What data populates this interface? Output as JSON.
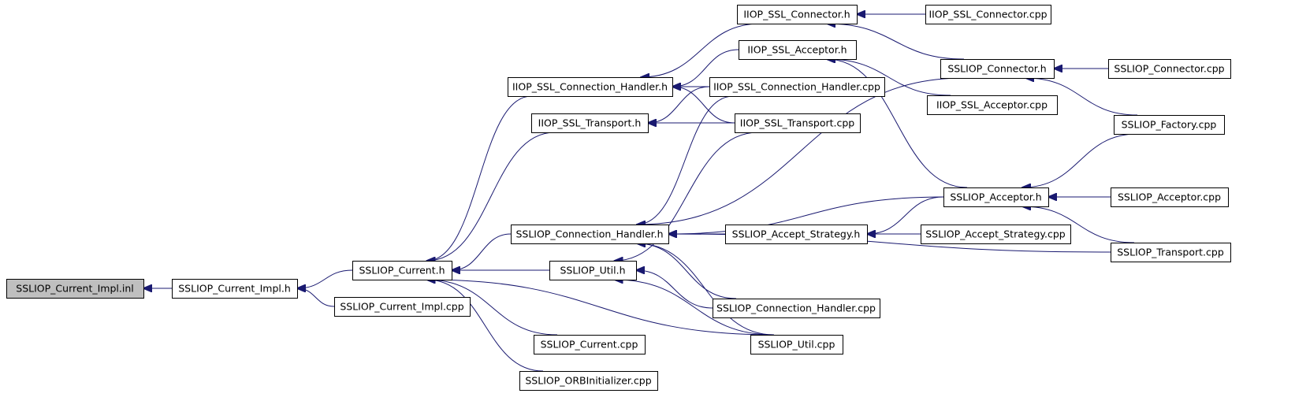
{
  "graph": {
    "nodes": [
      {
        "id": "n0",
        "label": "SSLIOP_Current_Impl.inl",
        "root": true
      },
      {
        "id": "n1",
        "label": "SSLIOP_Current_Impl.h"
      },
      {
        "id": "n2",
        "label": "SSLIOP_Current.h"
      },
      {
        "id": "n3",
        "label": "SSLIOP_Current_Impl.cpp"
      },
      {
        "id": "n4",
        "label": "IIOP_SSL_Connection_Handler.h"
      },
      {
        "id": "n5",
        "label": "IIOP_SSL_Transport.h"
      },
      {
        "id": "n6",
        "label": "SSLIOP_Connection_Handler.h"
      },
      {
        "id": "n7",
        "label": "SSLIOP_Util.h"
      },
      {
        "id": "n8",
        "label": "SSLIOP_Current.cpp"
      },
      {
        "id": "n9",
        "label": "SSLIOP_ORBInitializer.cpp"
      },
      {
        "id": "n10",
        "label": "IIOP_SSL_Connector.h"
      },
      {
        "id": "n11",
        "label": "IIOP_SSL_Acceptor.h"
      },
      {
        "id": "n12",
        "label": "IIOP_SSL_Connection_Handler.cpp"
      },
      {
        "id": "n13",
        "label": "IIOP_SSL_Transport.cpp"
      },
      {
        "id": "n14",
        "label": "SSLIOP_Accept_Strategy.h"
      },
      {
        "id": "n15",
        "label": "SSLIOP_Connection_Handler.cpp"
      },
      {
        "id": "n16",
        "label": "SSLIOP_Util.cpp"
      },
      {
        "id": "n17",
        "label": "IIOP_SSL_Connector.cpp"
      },
      {
        "id": "n18",
        "label": "SSLIOP_Connector.h"
      },
      {
        "id": "n19",
        "label": "IIOP_SSL_Acceptor.cpp"
      },
      {
        "id": "n20",
        "label": "SSLIOP_Acceptor.h"
      },
      {
        "id": "n21",
        "label": "SSLIOP_Accept_Strategy.cpp"
      },
      {
        "id": "n22",
        "label": "SSLIOP_Connector.cpp"
      },
      {
        "id": "n23",
        "label": "SSLIOP_Factory.cpp"
      },
      {
        "id": "n24",
        "label": "SSLIOP_Acceptor.cpp"
      },
      {
        "id": "n25",
        "label": "SSLIOP_Transport.cpp"
      }
    ],
    "edges": [
      {
        "from": "n1",
        "to": "n0"
      },
      {
        "from": "n2",
        "to": "n1"
      },
      {
        "from": "n3",
        "to": "n1"
      },
      {
        "from": "n4",
        "to": "n2"
      },
      {
        "from": "n5",
        "to": "n2"
      },
      {
        "from": "n6",
        "to": "n2"
      },
      {
        "from": "n7",
        "to": "n2"
      },
      {
        "from": "n8",
        "to": "n2"
      },
      {
        "from": "n9",
        "to": "n2"
      },
      {
        "from": "n16",
        "to": "n2"
      },
      {
        "from": "n10",
        "to": "n4"
      },
      {
        "from": "n11",
        "to": "n4"
      },
      {
        "from": "n12",
        "to": "n4"
      },
      {
        "from": "n13",
        "to": "n4"
      },
      {
        "from": "n12",
        "to": "n5"
      },
      {
        "from": "n13",
        "to": "n5"
      },
      {
        "from": "n12",
        "to": "n6"
      },
      {
        "from": "n14",
        "to": "n6"
      },
      {
        "from": "n15",
        "to": "n6"
      },
      {
        "from": "n16",
        "to": "n6"
      },
      {
        "from": "n18",
        "to": "n6"
      },
      {
        "from": "n20",
        "to": "n6"
      },
      {
        "from": "n25",
        "to": "n6"
      },
      {
        "from": "n13",
        "to": "n7"
      },
      {
        "from": "n15",
        "to": "n7"
      },
      {
        "from": "n16",
        "to": "n7"
      },
      {
        "from": "n17",
        "to": "n10"
      },
      {
        "from": "n18",
        "to": "n10"
      },
      {
        "from": "n19",
        "to": "n11"
      },
      {
        "from": "n20",
        "to": "n11"
      },
      {
        "from": "n21",
        "to": "n14"
      },
      {
        "from": "n20",
        "to": "n14"
      },
      {
        "from": "n22",
        "to": "n18"
      },
      {
        "from": "n23",
        "to": "n18"
      },
      {
        "from": "n23",
        "to": "n20"
      },
      {
        "from": "n24",
        "to": "n20"
      },
      {
        "from": "n25",
        "to": "n20"
      }
    ]
  }
}
